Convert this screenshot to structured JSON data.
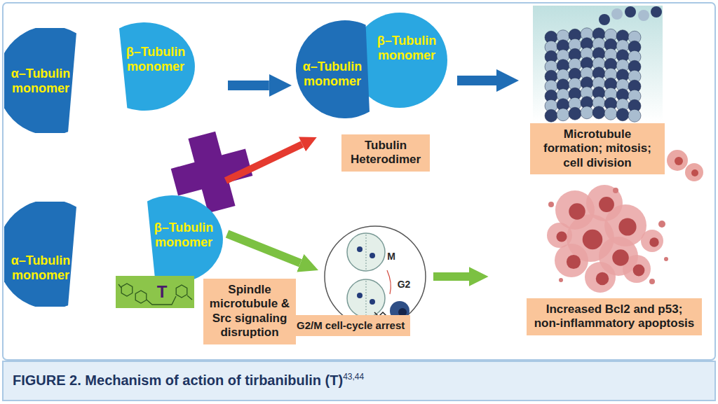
{
  "diagram": {
    "caption": "FIGURE 2. Mechanism of action of tirbanibulin (T)",
    "nodes": [
      {
        "text": [
          "α–Tubulin monomer"
        ]
      },
      {
        "text": [
          "β–Tubulin monomer"
        ]
      },
      {
        "text": [
          "α–Tubulin monomer",
          "β–Tubulin monomer"
        ]
      },
      {
        "text": [
          "Tubulin Heterodimer"
        ]
      },
      {
        "text": [
          "Microtubule formation; mitosis; cell division"
        ]
      },
      {
        "text": [
          "α–Tubulin monomer"
        ]
      },
      {
        "text": [
          "β–Tubulin monomer"
        ]
      },
      {
        "text": [
          "T"
        ]
      },
      {
        "text": [
          "Spindle microtubule & Src signaling disruption"
        ]
      },
      {
        "text": [
          "M",
          "G2"
        ]
      },
      {
        "text": [
          "G2/M cell-cycle arrest"
        ]
      },
      {
        "text": [
          "Increased Bcl2 and p53; non-inflammatory apoptosis"
        ]
      }
    ],
    "edges": [
      {
        "from": 1,
        "to": 2,
        "arrow": "to"
      },
      {
        "from": 6,
        "to": 9,
        "arrow": "to"
      }
    ],
    "labels": [
      "43,44"
    ]
  }
}
